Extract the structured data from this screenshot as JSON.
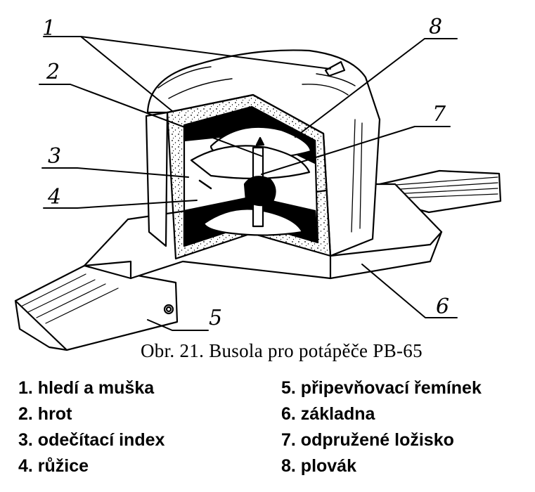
{
  "callouts": [
    "1",
    "2",
    "3",
    "4",
    "5",
    "6",
    "7",
    "8"
  ],
  "caption": "Obr. 21. Busola pro potápěče PB-65",
  "legend": {
    "left": [
      "1. hledí a muška",
      "2. hrot",
      "3. odečítací index",
      "4. růžice"
    ],
    "right": [
      "5. připevňovací řemínek",
      "6. základna",
      "7. odpružené ložisko",
      "8. plovák"
    ]
  }
}
